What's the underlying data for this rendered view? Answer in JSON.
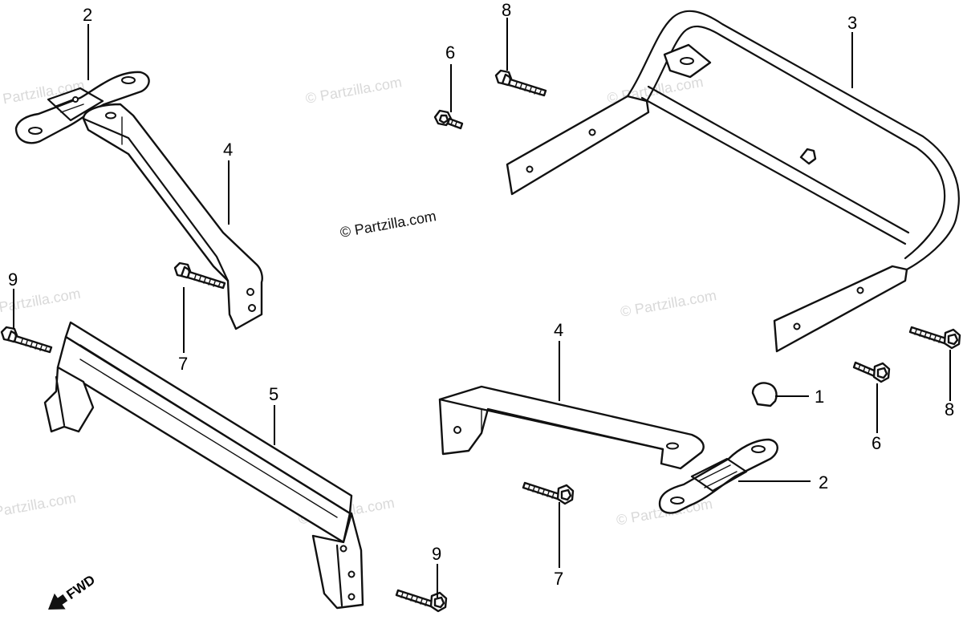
{
  "watermark": {
    "text": "© Partzilla.com"
  },
  "copyright": {
    "text": "© Partzilla.com"
  },
  "direction": {
    "label": "FWD"
  },
  "callouts": {
    "c1": "1",
    "c2a": "2",
    "c2b": "2",
    "c3": "3",
    "c4a": "4",
    "c4b": "4",
    "c5": "5",
    "c6a": "6",
    "c6b": "6",
    "c7a": "7",
    "c7b": "7",
    "c8a": "8",
    "c8b": "8",
    "c9a": "9",
    "c9b": "9"
  }
}
